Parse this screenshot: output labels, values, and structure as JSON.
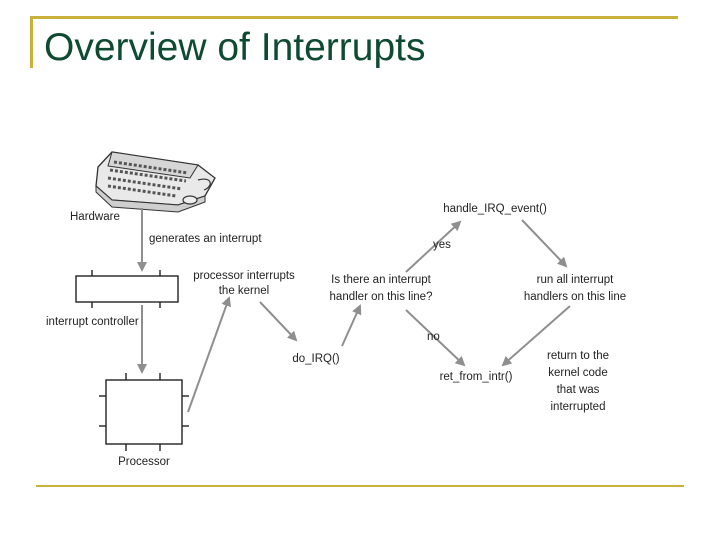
{
  "slide": {
    "title": "Overview of Interrupts"
  },
  "diagram": {
    "hardware": "Hardware",
    "generates_interrupt": "generates an interrupt",
    "interrupt_controller": "interrupt controller",
    "processor": "Processor",
    "processor_interrupts_line1": "processor interrupts",
    "processor_interrupts_line2": "the kernel",
    "do_irq": "do_IRQ()",
    "question_line1": "Is there an interrupt",
    "question_line2": "handler on this line?",
    "yes": "yes",
    "no": "no",
    "handle_irq_event": "handle_IRQ_event()",
    "run_all_line1": "run all interrupt",
    "run_all_line2": "handlers on this line",
    "ret_from_intr": "ret_from_intr()",
    "return_line1": "return to  the",
    "return_line2": "kernel code",
    "return_line3": "that was",
    "return_line4": "interrupted"
  }
}
